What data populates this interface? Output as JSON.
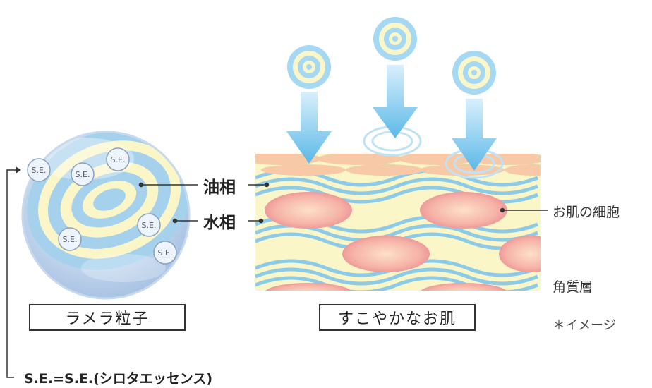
{
  "labels": {
    "lamella": "ラメラ粒子",
    "healthy_skin": "すこやかなお肌",
    "oil_phase": "油相",
    "water_phase": "水相",
    "skin_cells": "お肌の細胞",
    "stratum_corneum": "角質層",
    "image_note": "＊イメージ",
    "se_definition": "S.E.=S.E.(シロタエッセンス)",
    "se_badge": "S.E."
  },
  "colors": {
    "water_blue": "#8ccbe8",
    "oil_cream": "#fbf6c8",
    "cell_pink": "#f3a4a0",
    "top_layer_peach": "#f7c9a6",
    "arrow_blue": "#6cc0ea"
  }
}
